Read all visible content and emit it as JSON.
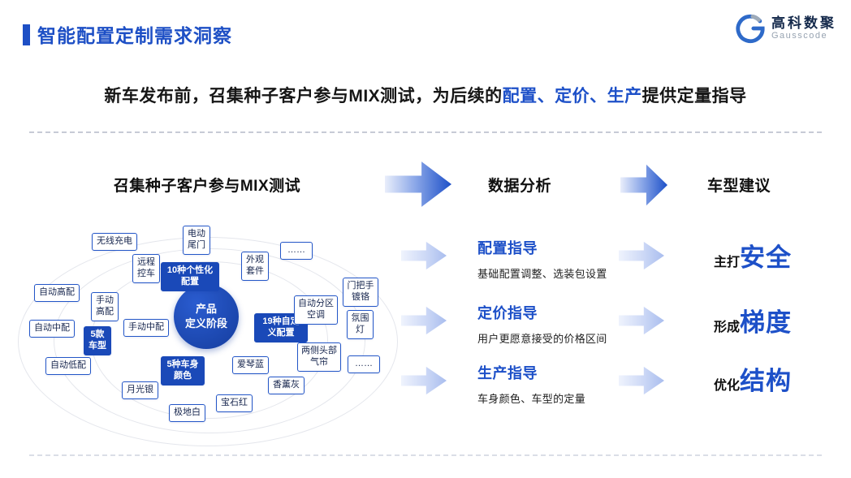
{
  "slide": {
    "title": "智能配置定制需求洞察",
    "logo": {
      "name": "高科数聚",
      "subname": "Gausscode"
    },
    "subtitle": {
      "pre": "新车发布前，召集种子客户参与MIX测试，为后续的",
      "highlight": "配置、定价、生产",
      "post": "提供定量指导"
    }
  },
  "flow": {
    "step1_title": "召集种子客户参与MIX测试",
    "step2_title": "数据分析",
    "step3_title": "车型建议"
  },
  "diagram": {
    "center_line1": "产品",
    "center_line2": "定义阶段",
    "nodes": [
      {
        "label": "无线充电",
        "type": "plain"
      },
      {
        "label": "电动尾门",
        "type": "plain"
      },
      {
        "label": "远程控车",
        "type": "plain"
      },
      {
        "label": "10种个性化配置",
        "type": "dark"
      },
      {
        "label": "外观套件",
        "type": "plain"
      },
      {
        "label": "……",
        "type": "plain"
      },
      {
        "label": "自动高配",
        "type": "plain"
      },
      {
        "label": "手动高配",
        "type": "plain"
      },
      {
        "label": "自动中配",
        "type": "plain"
      },
      {
        "label": "手动中配",
        "type": "plain"
      },
      {
        "label": "5款车型",
        "type": "dark"
      },
      {
        "label": "自动低配",
        "type": "plain"
      },
      {
        "label": "月光银",
        "type": "plain"
      },
      {
        "label": "5种车身颜色",
        "type": "dark"
      },
      {
        "label": "极地白",
        "type": "plain"
      },
      {
        "label": "宝石红",
        "type": "plain"
      },
      {
        "label": "爱琴蓝",
        "type": "plain"
      },
      {
        "label": "香薰灰",
        "type": "plain"
      },
      {
        "label": "19种自定义配置",
        "type": "dark"
      },
      {
        "label": "自动分区空调",
        "type": "plain"
      },
      {
        "label": "门把手镀铬",
        "type": "plain"
      },
      {
        "label": "氛围灯",
        "type": "plain"
      },
      {
        "label": "两侧头部气帘",
        "type": "plain"
      },
      {
        "label": "……",
        "type": "plain"
      }
    ]
  },
  "analysis": [
    {
      "title": "配置指导",
      "desc": "基础配置调整、选装包设置"
    },
    {
      "title": "定价指导",
      "desc": "用户更愿意接受的价格区间"
    },
    {
      "title": "生产指导",
      "desc": "车身颜色、车型的定量"
    }
  ],
  "suggestions": [
    {
      "prefix": "主打",
      "keyword": "安全"
    },
    {
      "prefix": "形成",
      "keyword": "梯度"
    },
    {
      "prefix": "优化",
      "keyword": "结构"
    }
  ],
  "colors": {
    "accent_blue": "#1d4fc5",
    "highlight_blue": "#1d50c8",
    "dark_node_blue": "#1a49b8"
  }
}
